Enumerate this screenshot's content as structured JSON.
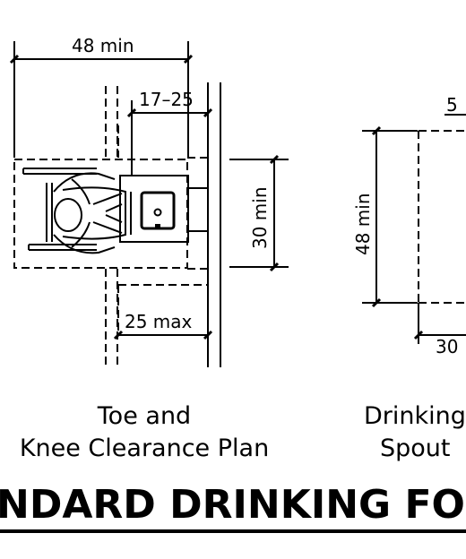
{
  "dimensions": {
    "plan_width": "48 min",
    "toe_depth": "17–25",
    "knee_width": "30 min",
    "knee_depth": "25 max",
    "spout_depth": "48 min",
    "spout_top": "5",
    "spout_bottom": "30"
  },
  "captions": {
    "left_line1": "Toe and",
    "left_line2": "Knee Clearance Plan",
    "right_line1": "Drinking",
    "right_line2": "Spout"
  },
  "title": "NDARD DRINKING FOU"
}
